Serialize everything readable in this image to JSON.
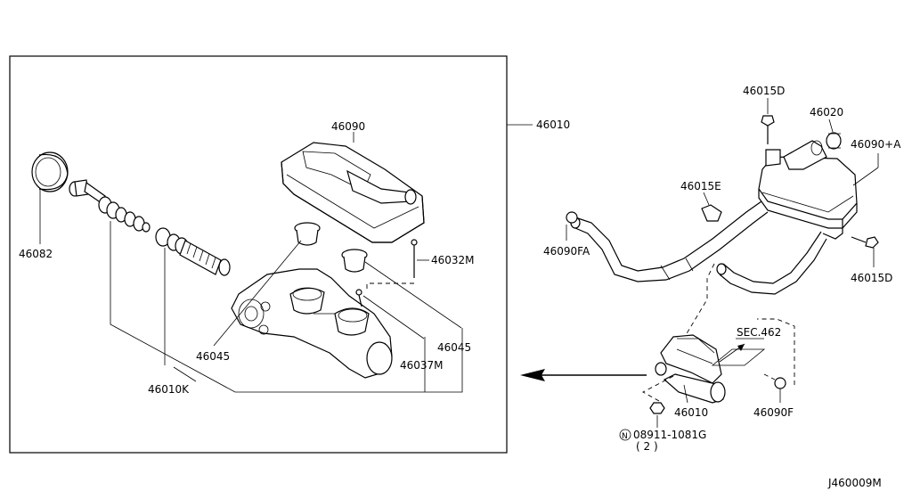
{
  "labels": {
    "p46010_main": "46010",
    "p46090": "46090",
    "p46082": "46082",
    "p46032M": "46032M",
    "p46045_left": "46045",
    "p46045_right": "46045",
    "p46037M": "46037M",
    "p46010K": "46010K",
    "p46015D_top": "46015D",
    "p46020": "46020",
    "p46090A": "46090+A",
    "p46015E": "46015E",
    "p46090FA": "46090FA",
    "p46015D_bottom": "46015D",
    "sec462": "SEC.462",
    "p46010_small": "46010",
    "p46090F": "46090F",
    "nut_symbol": "N",
    "p08911": "08911-1081G",
    "qty": "( 2 )",
    "diagram_code": "J460009M"
  }
}
